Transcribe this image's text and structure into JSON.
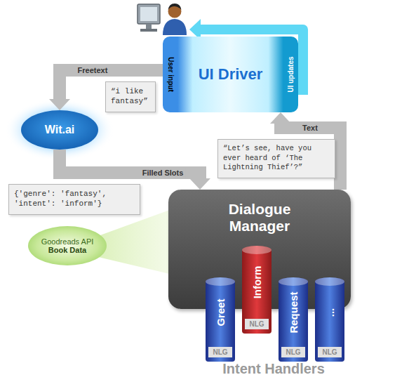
{
  "diagram": {
    "nodes": [
      {
        "text": [
          "UI Driver",
          "User input",
          "UI updates"
        ]
      },
      {
        "text": [
          "“i like fantasy”"
        ]
      },
      {
        "text": [
          "Wit.ai"
        ]
      },
      {
        "text": [
          "{'genre': 'fantasy', 'intent': 'inform'}"
        ]
      },
      {
        "text": [
          "“Let’s see, have you ever heard of ‘The Lightning Thief’?”"
        ]
      },
      {
        "text": [
          "Dialogue Manager"
        ]
      },
      {
        "text": [
          "Goodreads API",
          "Book Data"
        ]
      },
      {
        "text": [
          "Greet",
          "NLG"
        ]
      },
      {
        "text": [
          "Inform",
          "NLG"
        ]
      },
      {
        "text": [
          "Request",
          "NLG"
        ]
      },
      {
        "text": [
          "...",
          "NLG"
        ]
      }
    ],
    "edges": [
      {
        "from": 0,
        "to": 2,
        "arrow": "to",
        "label": "Freetext"
      },
      {
        "from": 2,
        "to": 5,
        "arrow": "to",
        "label": "Filled Slots"
      },
      {
        "from": 5,
        "to": 0,
        "arrow": "to",
        "label": "Text"
      }
    ],
    "labels": [
      "Intent Handlers"
    ]
  }
}
